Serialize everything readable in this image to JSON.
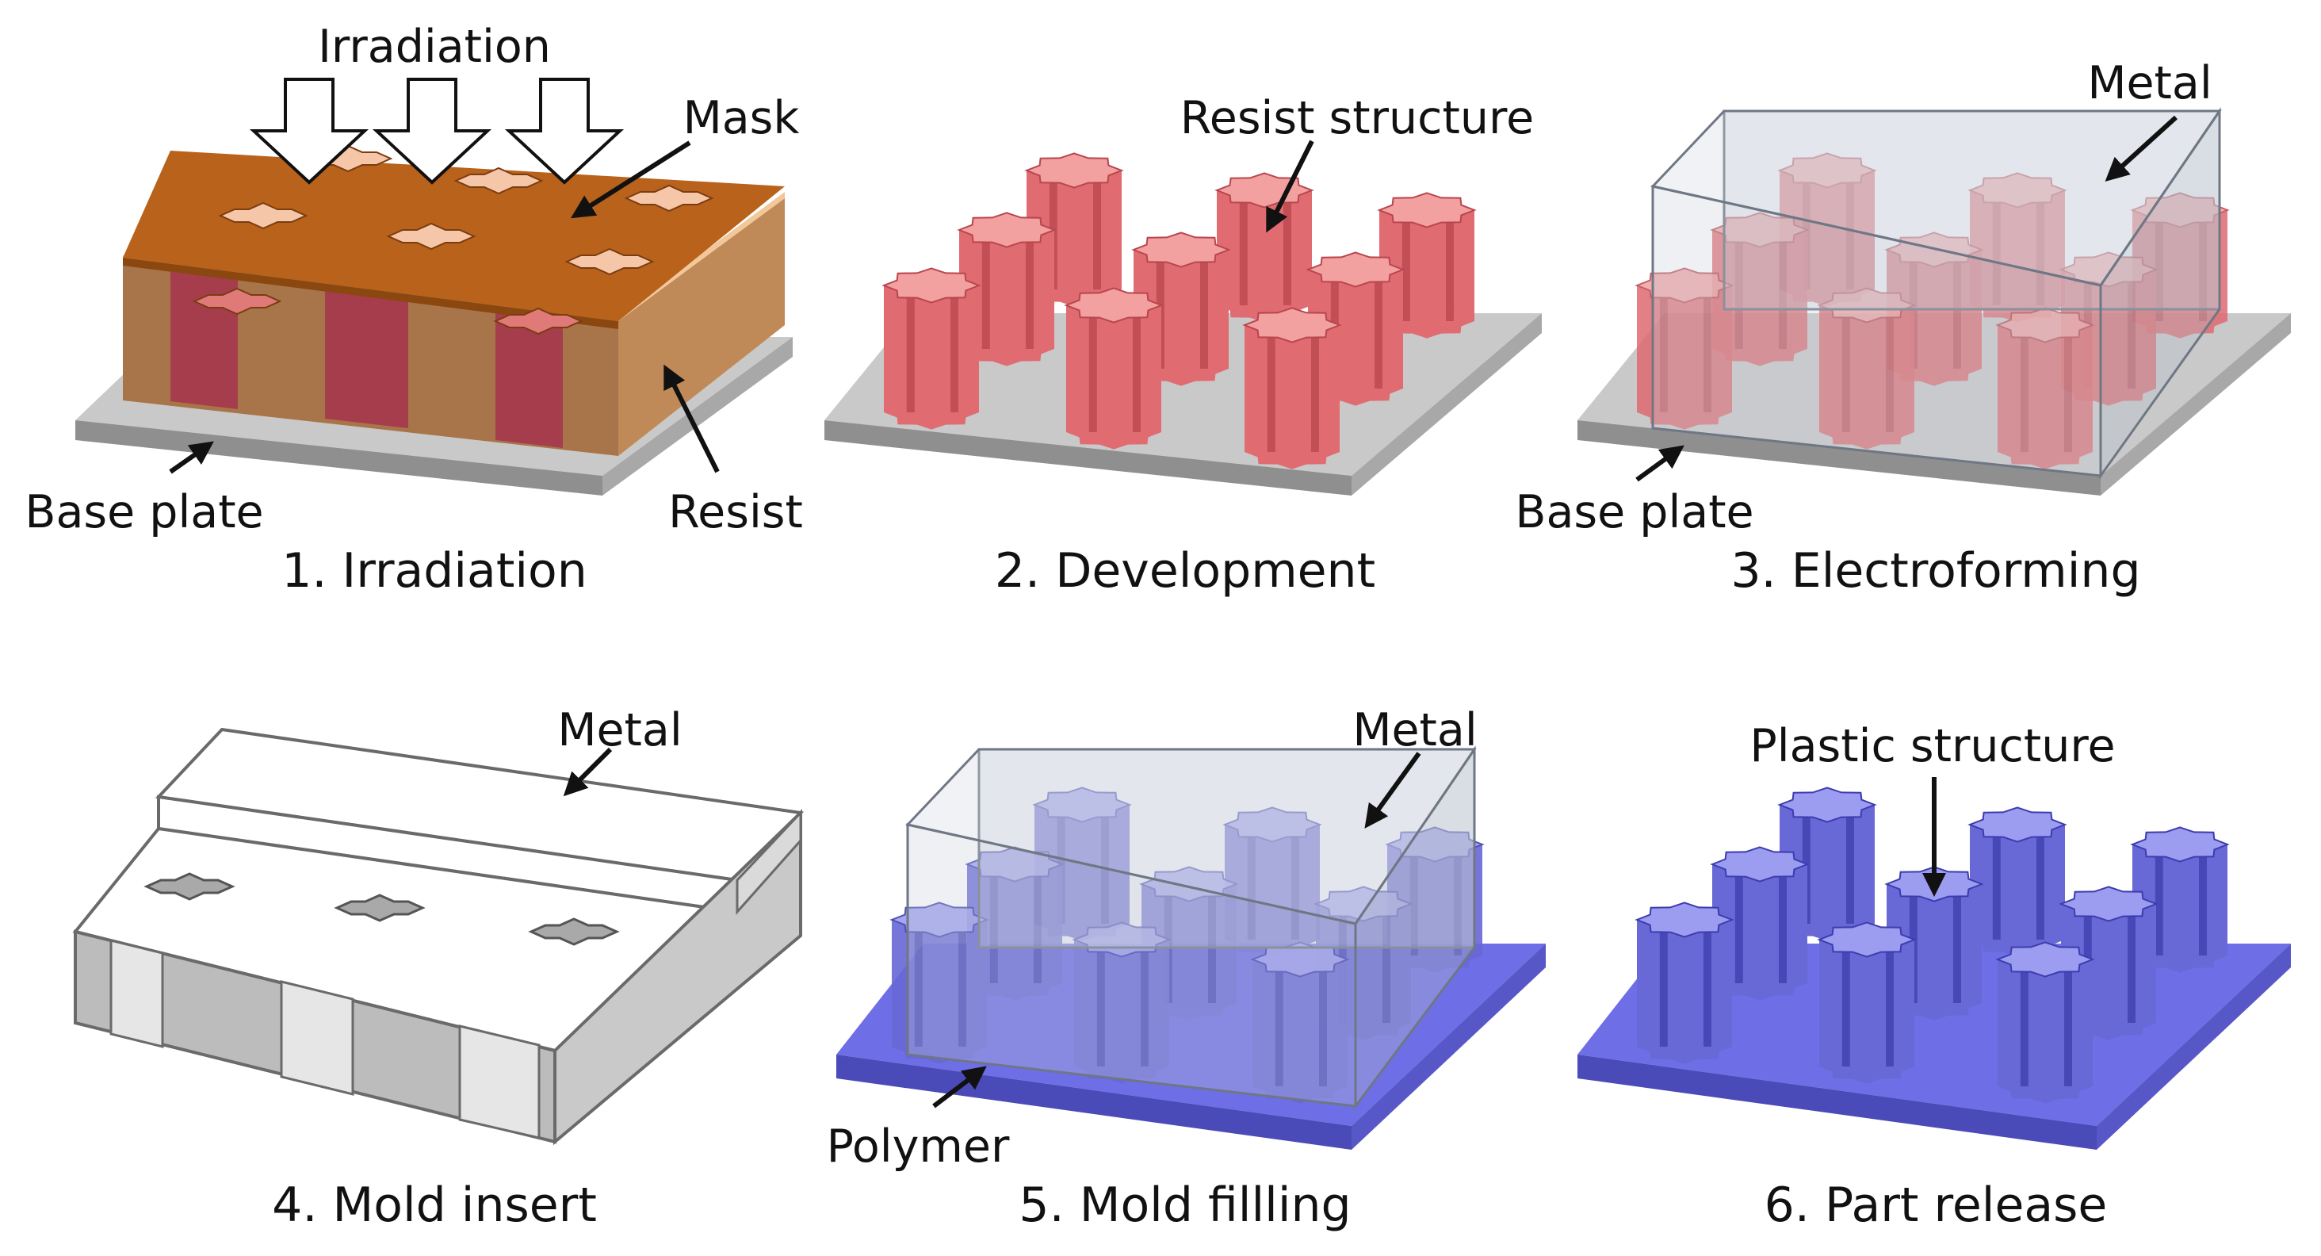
{
  "panels": [
    {
      "caption": "1. Irradiation",
      "labels": {
        "irradiation": "Irradiation",
        "mask": "Mask",
        "base_plate": "Base plate",
        "resist": "Resist"
      }
    },
    {
      "caption": "2. Development",
      "labels": {
        "resist_structure": "Resist structure"
      }
    },
    {
      "caption": "3. Electroforming",
      "labels": {
        "metal": "Metal",
        "base_plate": "Base plate"
      }
    },
    {
      "caption": "4. Mold insert",
      "labels": {
        "metal": "Metal"
      }
    },
    {
      "caption": "5. Mold fillling",
      "labels": {
        "metal": "Metal",
        "polymer": "Polymer"
      }
    },
    {
      "caption": "6. Part release",
      "labels": {
        "plastic_structure": "Plastic structure"
      }
    }
  ],
  "colors": {
    "mask": "#b8621b",
    "resist": "#a8754a",
    "resist_exposed": "#a63d4c",
    "resist_pillar": "#e06b70",
    "base_plate": "#c9c9c9",
    "metal_block": "#e8e8e8",
    "metal_transparent": "#c6ccd8",
    "polymer": "#6e6ee6",
    "polymer_pillar": "#6868d6"
  }
}
